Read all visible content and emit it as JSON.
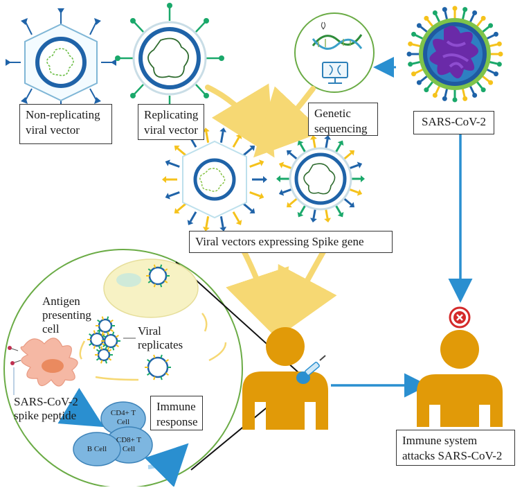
{
  "labels": {
    "non_replicating": "Non-replicating viral vector",
    "replicating": "Replicating viral vector",
    "genetic_sequencing": "Genetic sequencing",
    "sars_cov_2": "SARS-CoV-2",
    "viral_vectors_spike": "Viral vectors expressing Spike gene",
    "antigen_presenting_cell": "Antigen presenting cell",
    "viral_replicates": "Viral replicates",
    "spike_peptide": "SARS-CoV-2 spike peptide",
    "immune_response": "Immune response",
    "cd4": "CD4+ T Cell",
    "cd8": "CD8+ T Cell",
    "b_cell": "B Cell",
    "immune_attacks": "Immune system attacks SARS-CoV-2"
  },
  "colors": {
    "person": "#e19a08",
    "vector_blue": "#1f63a8",
    "spike_green": "#1aa86a",
    "spike_yellow": "#f5c21b",
    "virus_purple": "#6a2aa8",
    "arrow_blue": "#2a8fd0",
    "arrow_yellow": "#f6d873",
    "circle_green": "#6aab45",
    "cell_blue": "#7db6e0",
    "block_red": "#d42a2a"
  },
  "icons": [
    "virus-icon",
    "person-icon",
    "dna-icon",
    "monitor-icon",
    "syringe-icon",
    "block-icon"
  ]
}
